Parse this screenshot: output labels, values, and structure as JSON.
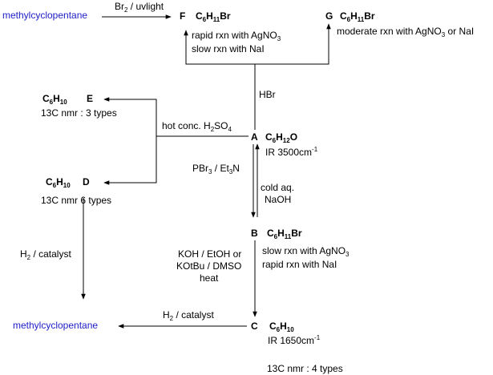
{
  "colors": {
    "blue_text": "#1d1dc8",
    "line": "#000000"
  },
  "top": {
    "start_compound": "methylcyclopentane",
    "reagent": {
      "a": "Br",
      "sub": "2",
      "b": " / uvlight"
    }
  },
  "F": {
    "letter": "F",
    "formula": {
      "c": "C",
      "c_sub": "6",
      "h": "H",
      "h_sub": "11",
      "rest": "Br"
    },
    "line1": "rapid rxn with AgNO",
    "line1_sub": "3",
    "line2": "slow rxn with NaI"
  },
  "G": {
    "letter": "G",
    "formula": {
      "c": "C",
      "c_sub": "6",
      "h": "H",
      "h_sub": "11",
      "rest": "Br"
    },
    "line1": "moderate rxn with AgNO",
    "line1_sub": "3",
    "line1_end": " or NaI"
  },
  "E": {
    "formula": {
      "c": "C",
      "c_sub": "6",
      "h": "H",
      "h_sub": "10"
    },
    "letter": "E",
    "note": "13C nmr : 3 types"
  },
  "D": {
    "formula": {
      "c": "C",
      "c_sub": "6",
      "h": "H",
      "h_sub": "10"
    },
    "letter": "D",
    "note": "13C nmr  6 types"
  },
  "A": {
    "letter": "A",
    "formula": {
      "c": "C",
      "c_sub": "6",
      "h": "H",
      "h_sub": "12",
      "rest": "O"
    },
    "ir": "IR 3500cm",
    "ir_sup": "-1"
  },
  "B": {
    "letter": "B",
    "formula": {
      "c": "C",
      "c_sub": "6",
      "h": "H",
      "h_sub": "11",
      "rest": "Br"
    },
    "line1": "slow rxn with AgNO",
    "line1_sub": "3",
    "line2": "rapid rxn with NaI"
  },
  "C": {
    "letter": "C",
    "formula": {
      "c": "C",
      "c_sub": "6",
      "h": "H",
      "h_sub": "10"
    },
    "ir": "IR 1650cm",
    "ir_sup": "-1",
    "nmr": "13C nmr : 4 types"
  },
  "reagents": {
    "hbr": "HBr",
    "h2so4_a": "hot conc. H",
    "h2so4_sub": "2",
    "h2so4_b": "SO",
    "h2so4_sub2": "4",
    "pbr3_a": "PBr",
    "pbr3_sub": "3",
    "pbr3_b": " / Et",
    "pbr3_sub2": "3",
    "pbr3_c": "N",
    "naoh_1": "cold aq.",
    "naoh_2": "NaOH",
    "koh_1": "KOH / EtOH or",
    "koh_2": "KOtBu / DMSO",
    "koh_3": "heat",
    "h2cat_left_a": "H",
    "h2cat_left_sub": "2",
    "h2cat_left_b": " / catalyst",
    "h2cat_bottom_a": "H",
    "h2cat_bottom_sub": "2",
    "h2cat_bottom_b": " / catalyst"
  },
  "bottom": {
    "product": "methylcyclopentane"
  }
}
